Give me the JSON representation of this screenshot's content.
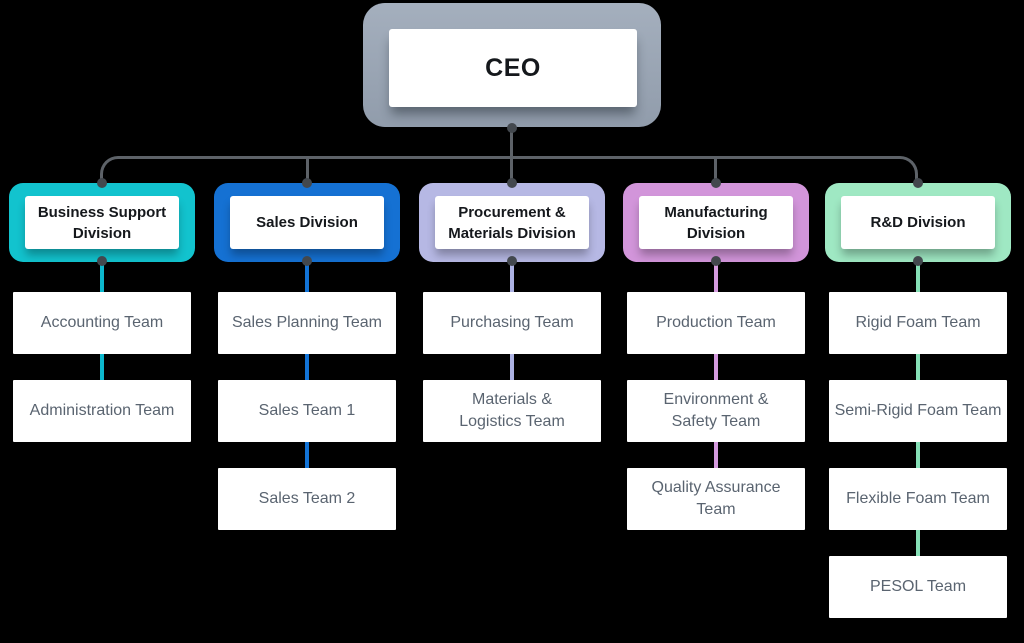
{
  "chart": {
    "type": "org-chart",
    "background": "#000000",
    "root": {
      "label": "CEO",
      "box_color": "#9aa6b6",
      "text_color": "#15181c"
    },
    "connector": {
      "line_color": "#5d6268",
      "dot_color": "#43484e"
    },
    "team_text_color": "#5a6470",
    "title_text_color": "#15181c",
    "divisions": [
      {
        "title": "Business Support\nDivision",
        "color": "#12c3ce",
        "line_color": "#0cb8ce",
        "teams": [
          "Accounting Team",
          "Administration Team"
        ]
      },
      {
        "title": "Sales Division",
        "color": "#1571d3",
        "line_color": "#1273d6",
        "teams": [
          "Sales Planning Team",
          "Sales Team 1",
          "Sales Team 2"
        ]
      },
      {
        "title": "Procurement &\nMaterials Division",
        "color": "#b6b8e4",
        "line_color": "#adb2e3",
        "teams": [
          "Purchasing Team",
          "Materials &\nLogistics Team"
        ]
      },
      {
        "title": "Manufacturing\nDivision",
        "color": "#d295da",
        "line_color": "#d49ade",
        "teams": [
          "Production Team",
          "Environment &\nSafety Team",
          "Quality Assurance\nTeam"
        ]
      },
      {
        "title": "R&D Division",
        "color": "#9fe8c3",
        "line_color": "#85dfb6",
        "teams": [
          "Rigid Foam Team",
          "Semi-Rigid Foam Team",
          "Flexible Foam Team",
          "PESOL Team"
        ]
      }
    ]
  }
}
